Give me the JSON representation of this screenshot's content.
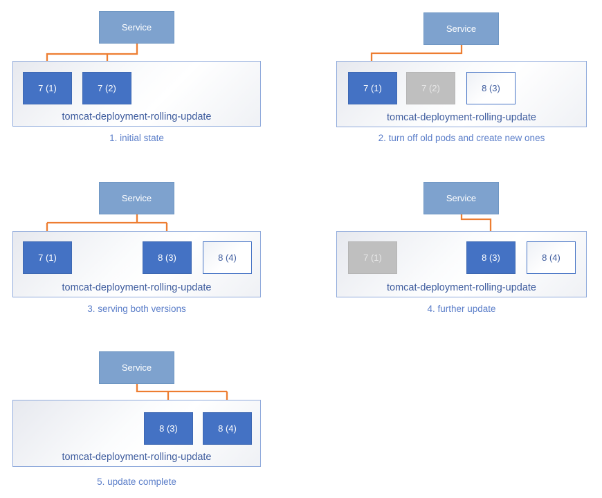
{
  "colors": {
    "service_fill": "#7EA2CE",
    "service_border": "#6E96C3",
    "service_text": "#FFFFFF",
    "pod_active_fill": "#4472C4",
    "pod_active_border": "#3E68B2",
    "pod_active_text": "#FFFFFF",
    "pod_terminated_fill": "#BFBFBF",
    "pod_terminated_border": "#B5B5B5",
    "pod_terminated_text": "#E8E8E8",
    "pod_new_border": "#4472C4",
    "pod_new_text": "#3E5C9E",
    "container_border": "#8EA9DB",
    "deployment_label_color": "#3E5C9E",
    "caption_color": "#5B7EC9",
    "arrow_color": "#ED7D31"
  },
  "service_label": "Service",
  "deployment_label": "tomcat-deployment-rolling-update",
  "panels": [
    {
      "caption": "1. initial state",
      "pods": [
        {
          "label": "7 (1)",
          "state": "active"
        },
        {
          "label": "7 (2)",
          "state": "active"
        }
      ]
    },
    {
      "caption": "2. turn off old pods and create new ones",
      "pods": [
        {
          "label": "7 (1)",
          "state": "active"
        },
        {
          "label": "7 (2)",
          "state": "terminated"
        },
        {
          "label": "8 (3)",
          "state": "new"
        }
      ]
    },
    {
      "caption": "3. serving both versions",
      "pods": [
        {
          "label": "7 (1)",
          "state": "active"
        },
        {
          "label": "8 (3)",
          "state": "active"
        },
        {
          "label": "8 (4)",
          "state": "new"
        }
      ]
    },
    {
      "caption": "4. further update",
      "pods": [
        {
          "label": "7 (1)",
          "state": "terminated"
        },
        {
          "label": "8 (3)",
          "state": "active"
        },
        {
          "label": "8 (4)",
          "state": "new"
        }
      ]
    },
    {
      "caption": "5. update complete",
      "pods": [
        {
          "label": "8 (3)",
          "state": "active"
        },
        {
          "label": "8 (4)",
          "state": "active"
        }
      ]
    }
  ]
}
